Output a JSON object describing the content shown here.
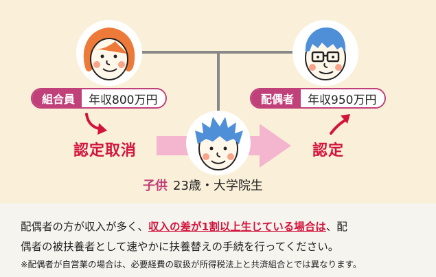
{
  "member": {
    "role": "組合員",
    "income": "年収800万円",
    "status": "認定取消"
  },
  "spouse": {
    "role": "配偶者",
    "income": "年収950万円",
    "status": "認定"
  },
  "child": {
    "label": "子供",
    "detail": "23歳・大学院生"
  },
  "note": {
    "line1_pre": "配偶者の方が収入が多く、",
    "line1_highlight": "収入の差が1割以上生じている場合は",
    "line1_post": "、配",
    "line2": "偶者の被扶養者として速やかに扶養替えの手続を行ってください。",
    "line3": "※配偶者が自営業の場合は、必要経費の取扱が所得税法上と共済組合とでは異なります。"
  },
  "colors": {
    "role_fill": "#c0407a",
    "status_red": "#d2143c",
    "panel_bg": "#faf0d9",
    "arrow_pink": "#f4b5cf",
    "connector_gray": "#888888"
  },
  "icons": [
    "woman-face-icon",
    "man-with-glasses-face-icon",
    "child-face-icon",
    "red-arrow-down-right-icon",
    "red-arrow-up-right-icon",
    "pink-transfer-arrow-icon"
  ]
}
